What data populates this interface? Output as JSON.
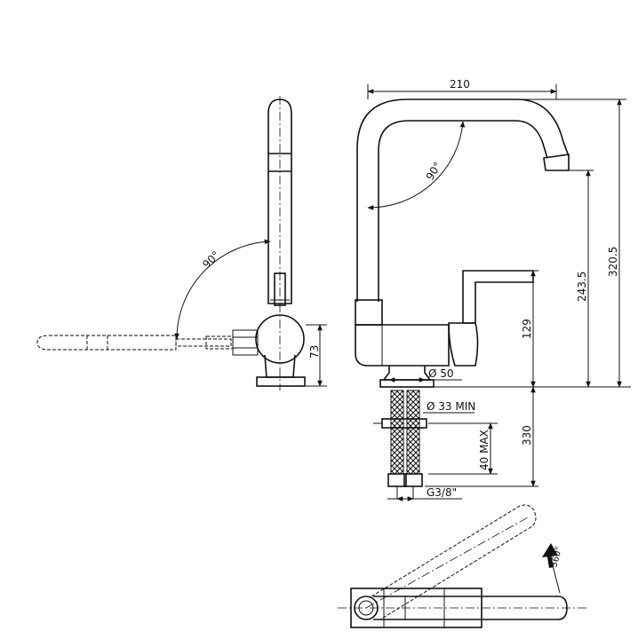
{
  "dimensions": {
    "width_210": "210",
    "height_320_5": "320.5",
    "height_243_5": "243.5",
    "height_129": "129",
    "depth_73": "73",
    "base_dia": "Ø 50",
    "hole_dia": "Ø 33 MIN",
    "deck_40": "40 MAX",
    "hose_330": "330",
    "thread": "G3/8\""
  },
  "angles": {
    "spout_angle": "90°",
    "lever_angle": "90°",
    "rotation": "360°"
  }
}
